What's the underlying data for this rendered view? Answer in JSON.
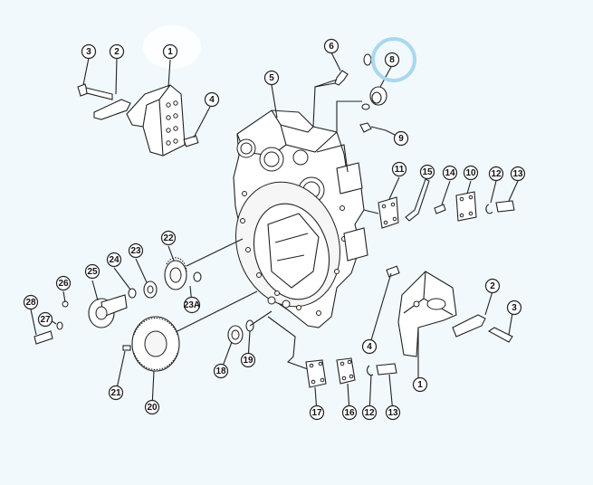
{
  "diagram": {
    "highlight_color": "#a9d8ee",
    "highlighted_part": "8",
    "callouts": [
      {
        "id": "c1a",
        "label": "1"
      },
      {
        "id": "c2a",
        "label": "2"
      },
      {
        "id": "c3a",
        "label": "3"
      },
      {
        "id": "c4a",
        "label": "4"
      },
      {
        "id": "c5",
        "label": "5"
      },
      {
        "id": "c6",
        "label": "6"
      },
      {
        "id": "c8",
        "label": "8"
      },
      {
        "id": "c9",
        "label": "9"
      },
      {
        "id": "c11",
        "label": "11"
      },
      {
        "id": "c15",
        "label": "15"
      },
      {
        "id": "c14",
        "label": "14"
      },
      {
        "id": "c10",
        "label": "10"
      },
      {
        "id": "c12a",
        "label": "12"
      },
      {
        "id": "c13a",
        "label": "13"
      },
      {
        "id": "c22",
        "label": "22"
      },
      {
        "id": "c23",
        "label": "23"
      },
      {
        "id": "c24",
        "label": "24"
      },
      {
        "id": "c25",
        "label": "25"
      },
      {
        "id": "c26",
        "label": "26"
      },
      {
        "id": "c27",
        "label": "27"
      },
      {
        "id": "c28",
        "label": "28"
      },
      {
        "id": "c23a",
        "label": "23A"
      },
      {
        "id": "c2b",
        "label": "2"
      },
      {
        "id": "c3b",
        "label": "3"
      },
      {
        "id": "c4b",
        "label": "4"
      },
      {
        "id": "c1b",
        "label": "1"
      },
      {
        "id": "c18",
        "label": "18"
      },
      {
        "id": "c19",
        "label": "19"
      },
      {
        "id": "c21",
        "label": "21"
      },
      {
        "id": "c20",
        "label": "20"
      },
      {
        "id": "c17",
        "label": "17"
      },
      {
        "id": "c16",
        "label": "16"
      },
      {
        "id": "c12b",
        "label": "12"
      },
      {
        "id": "c13b",
        "label": "13"
      }
    ]
  }
}
